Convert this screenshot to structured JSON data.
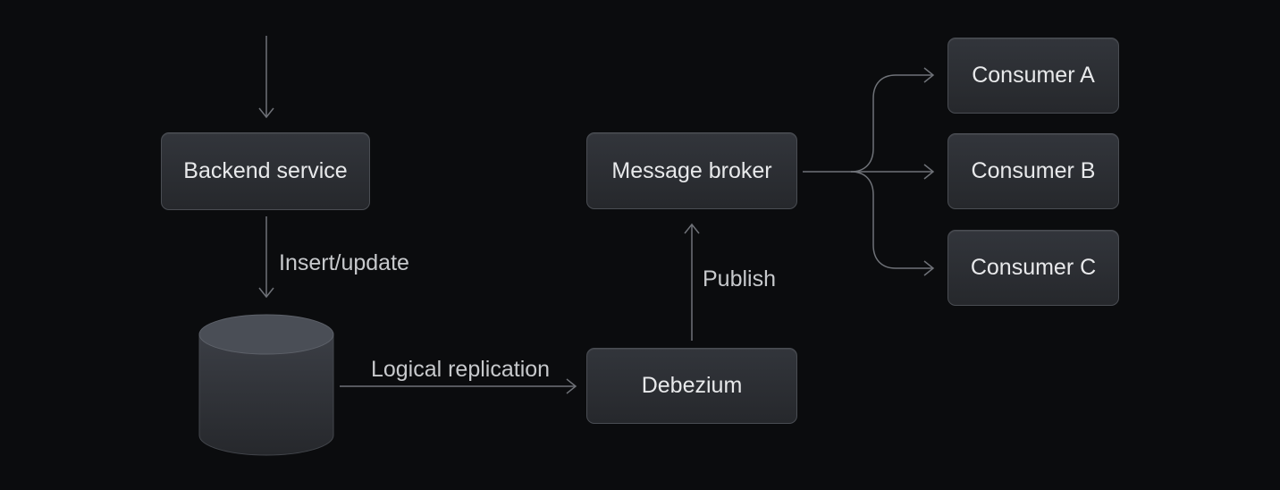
{
  "diagram": {
    "type": "flow-diagram",
    "nodes": {
      "backend_service": {
        "label": "Backend service"
      },
      "database": {
        "label": "",
        "icon": "database-cylinder"
      },
      "message_broker": {
        "label": "Message broker"
      },
      "debezium": {
        "label": "Debezium"
      },
      "consumer_a": {
        "label": "Consumer A"
      },
      "consumer_b": {
        "label": "Consumer B"
      },
      "consumer_c": {
        "label": "Consumer C"
      }
    },
    "edges": [
      {
        "from": null,
        "to": "backend_service",
        "label": ""
      },
      {
        "from": "backend_service",
        "to": "database",
        "label": "Insert/update"
      },
      {
        "from": "database",
        "to": "debezium",
        "label": "Logical replication"
      },
      {
        "from": "debezium",
        "to": "message_broker",
        "label": "Publish"
      },
      {
        "from": "message_broker",
        "to": "consumer_a",
        "label": ""
      },
      {
        "from": "message_broker",
        "to": "consumer_b",
        "label": ""
      },
      {
        "from": "message_broker",
        "to": "consumer_c",
        "label": ""
      }
    ],
    "colors": {
      "background": "#0b0c0e",
      "node_fill_top": "#32353b",
      "node_fill_bottom": "#26282c",
      "node_border": "#4a4d53",
      "node_text": "#e8e9eb",
      "edge_line": "#6f7278",
      "edge_label_text": "#c7c9cc",
      "cylinder_top_fill": "#4a4e56",
      "cylinder_top_stroke": "#5d6169",
      "cylinder_body_top": "#3b3e45",
      "cylinder_body_bottom": "#26282c"
    }
  }
}
